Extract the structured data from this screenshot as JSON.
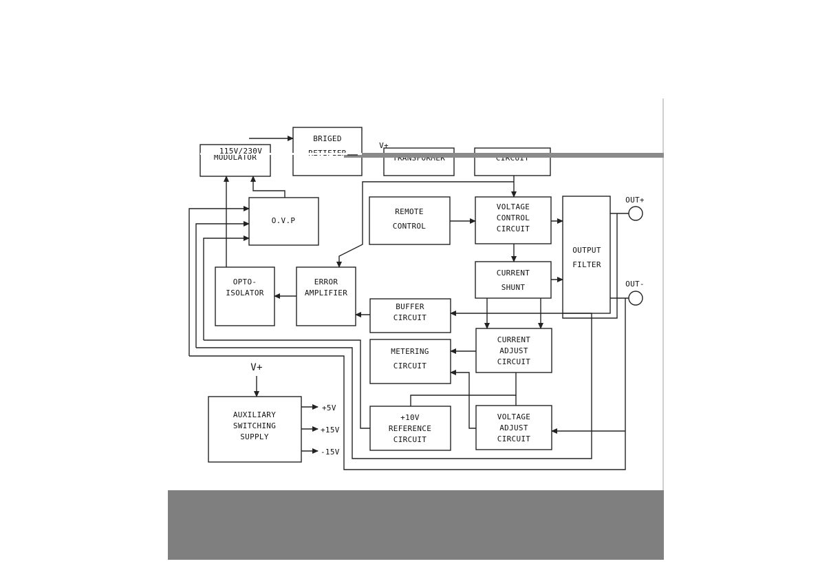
{
  "blocks": {
    "bridge_rectifier": [
      "BRIGED",
      "RETIFIER"
    ],
    "modulator": "MODULATOR",
    "transformer": "TRANSFORMER",
    "circuit_top": "CIRCUIT",
    "ovp": "O.V.P",
    "remote_control": [
      "REMOTE",
      "CONTROL"
    ],
    "voltage_control": [
      "VOLTAGE",
      "CONTROL",
      "CIRCUIT"
    ],
    "output_filter": [
      "OUTPUT",
      "FILTER"
    ],
    "opto_isolator": [
      "OPTO-",
      "ISOLATOR"
    ],
    "error_amplifier": [
      "ERROR",
      "AMPLIFIER"
    ],
    "current_shunt": [
      "CURRENT",
      "SHUNT"
    ],
    "buffer_circuit": [
      "BUFFER",
      "CIRCUIT"
    ],
    "metering_circuit": [
      "METERING",
      "CIRCUIT"
    ],
    "current_adjust": [
      "CURRENT",
      "ADJUST",
      "CIRCUIT"
    ],
    "auxiliary_supply": [
      "AUXILIARY",
      "SWITCHING",
      "SUPPLY"
    ],
    "reference": [
      "+10V",
      "REFERENCE",
      "CIRCUIT"
    ],
    "voltage_adjust": [
      "VOLTAGE",
      "ADJUST",
      "CIRCUIT"
    ]
  },
  "labels": {
    "ac_input": "115V/230V",
    "v_plus_top": "V+",
    "v_plus_aux": "V+",
    "out_plus": "OUT+",
    "out_minus": "OUT-",
    "rail_5v": "+5V",
    "rail_15v": "+15V",
    "rail_neg15v": "-15V"
  }
}
